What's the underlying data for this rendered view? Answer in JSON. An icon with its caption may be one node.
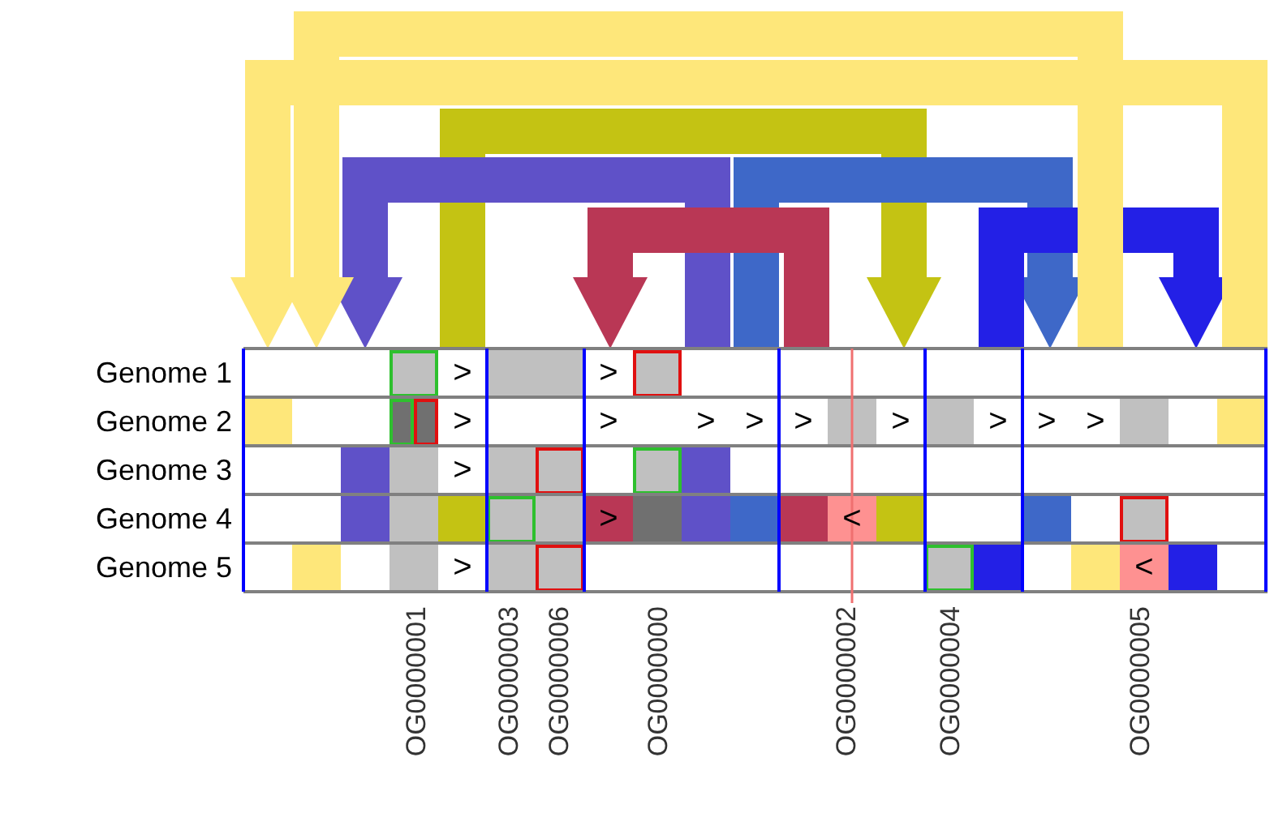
{
  "diagram": {
    "labels": [
      "Genome 1",
      ">",
      ">",
      "Genome 2",
      ">",
      ">",
      ">",
      ">",
      ">",
      ">",
      ">",
      ">",
      ">",
      "Genome 3",
      ">",
      "Genome 4",
      ">",
      "<",
      "Genome 5",
      ">",
      "<",
      "OG0000001",
      "OG0000003",
      "OG0000006",
      "OG0000000",
      "OG0000002",
      "OG0000004",
      "OG0000005"
    ]
  }
}
